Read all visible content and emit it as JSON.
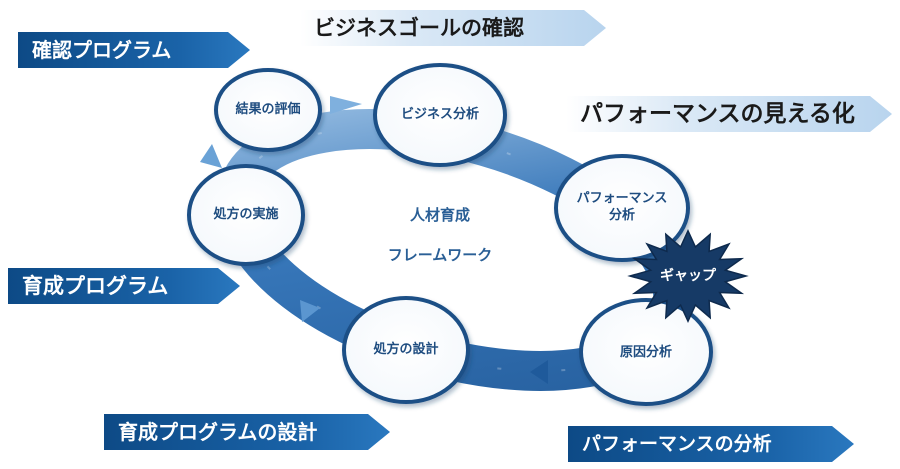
{
  "banners": {
    "confirm_program": "確認プログラム",
    "business_goal": "ビジネスゴールの確認",
    "performance_visualize": "パフォーマンスの見える化",
    "training_program": "育成プログラム",
    "training_program_design": "育成プログラムの設計",
    "performance_analysis": "パフォーマンスの分析"
  },
  "nodes": {
    "business_analysis": "ビジネス分析",
    "performance_analysis_line1": "パフォーマンス",
    "performance_analysis_line2": "分析",
    "root_cause": "原因分析",
    "prescription_design": "処方の設計",
    "prescription_implement": "処方の実施",
    "result_evaluation": "結果の評価"
  },
  "center": {
    "line1": "人材育成",
    "line2": "フレームワーク"
  },
  "gap": "ギャップ",
  "colors": {
    "ring_dark": "#1d5fa6",
    "ring_light": "#8fb8e0",
    "node_border": "#1c4f86",
    "dark_banner": "#0d4a86",
    "light_banner": "#b8d4ee",
    "gap_star": "#163a66"
  }
}
